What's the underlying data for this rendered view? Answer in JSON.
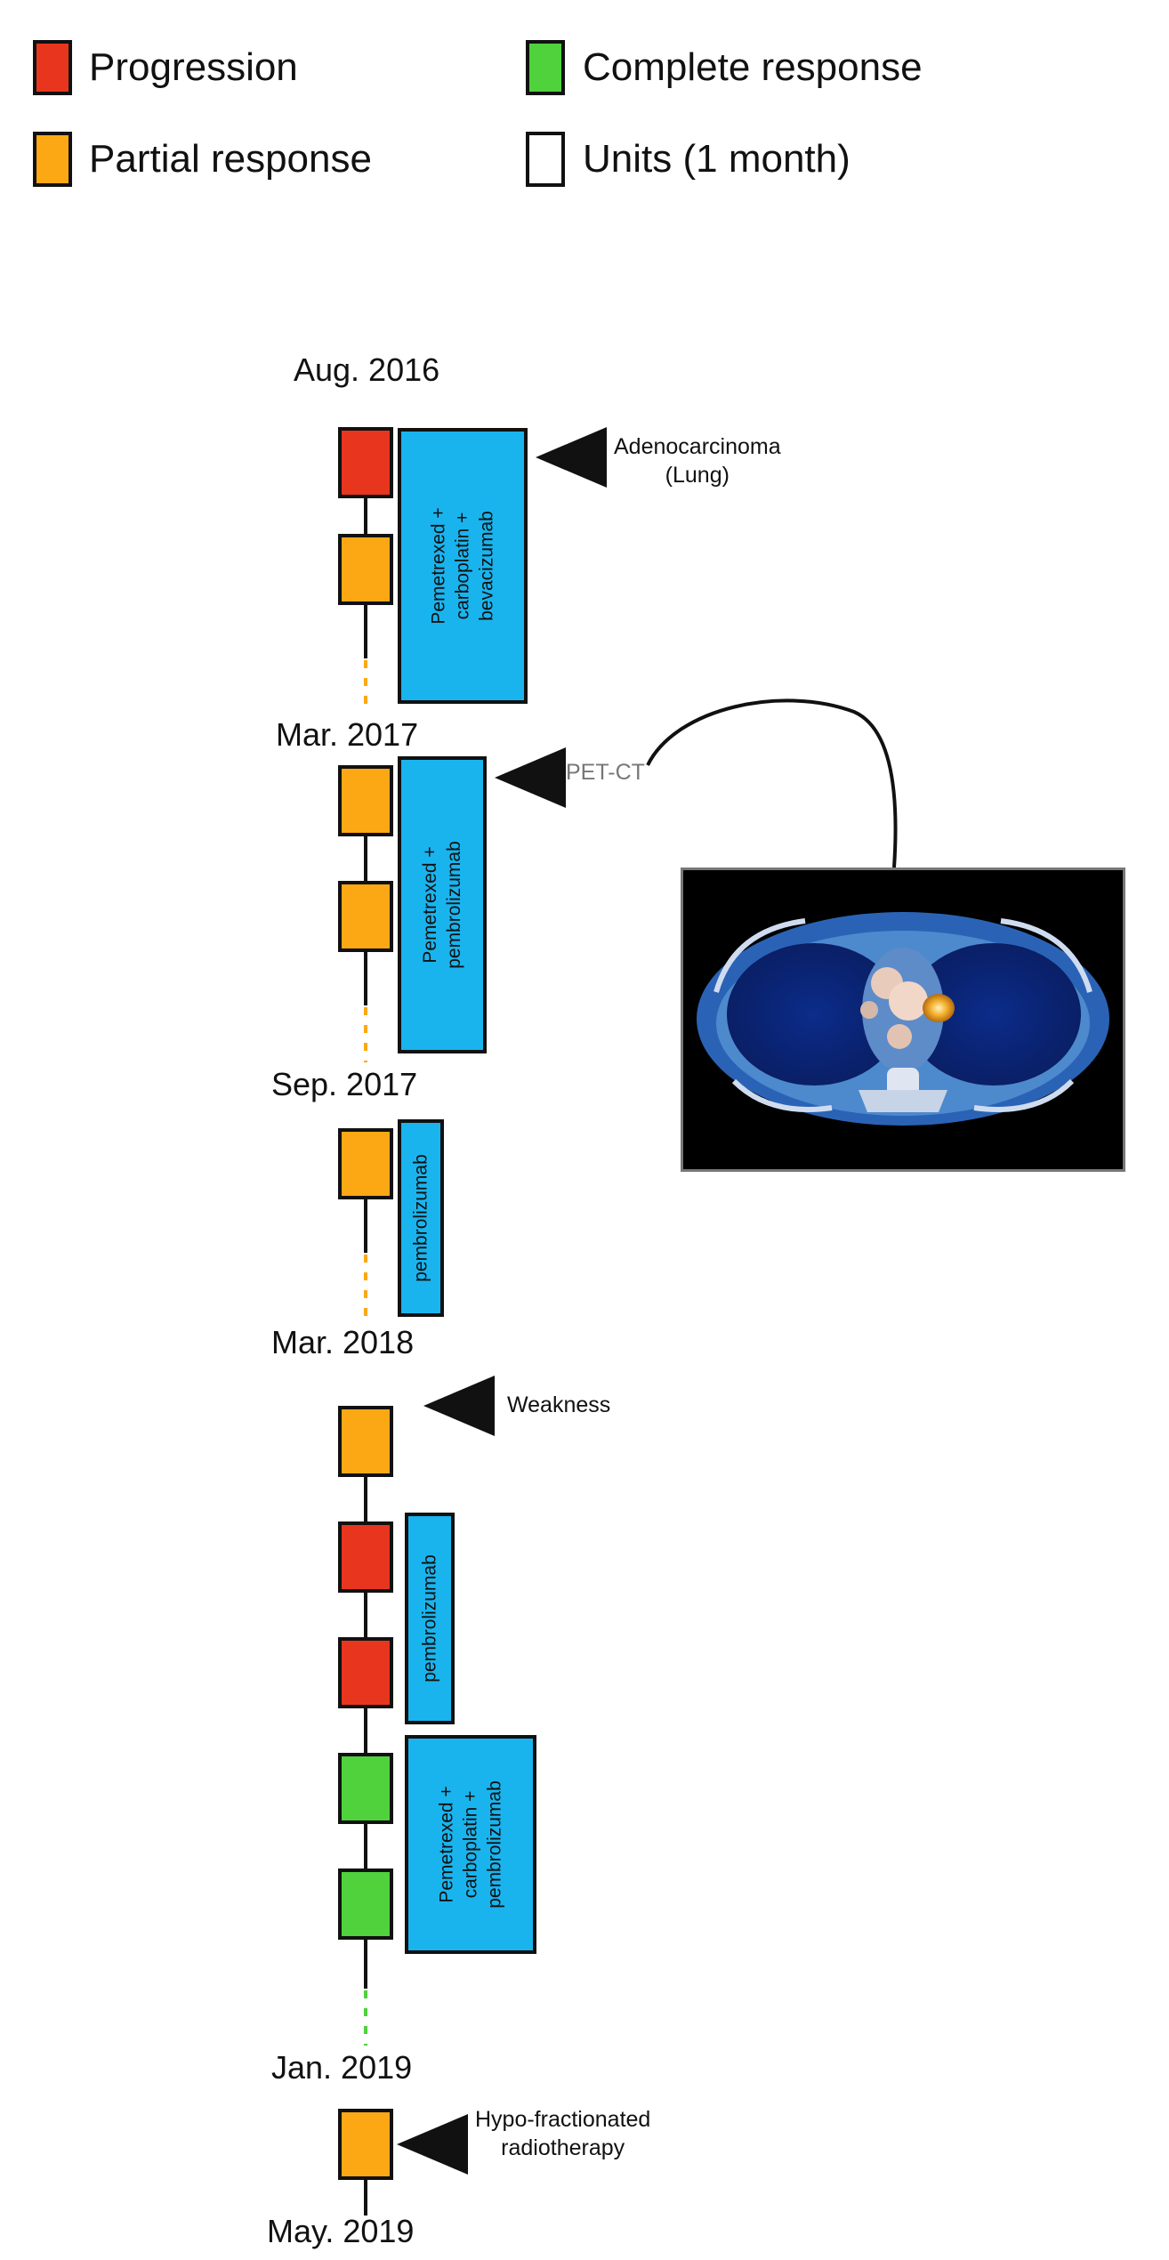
{
  "legend": {
    "items": [
      {
        "label": "Progression",
        "color": "#e8361e"
      },
      {
        "label": "Complete response",
        "color": "#4fd23c"
      },
      {
        "label": "Partial response",
        "color": "#fca815"
      },
      {
        "label": "Units (1 month)",
        "color": "#ffffff"
      }
    ]
  },
  "dates": [
    "Aug. 2016",
    "Mar. 2017",
    "Sep. 2017",
    "Mar. 2018",
    "Jan. 2019",
    "May. 2019"
  ],
  "treatments": [
    "Pemetrexed +\ncarboplatin +\nbevacizumab",
    "Pemetrexed +\npembrolizumab",
    "pembrolizumab",
    "pembrolizumab",
    "Pemetrexed +\ncarboplatin +\npembrolizumab"
  ],
  "events": [
    "Adenocarcinoma\n(Lung)",
    "PET-CT",
    "Weakness",
    "Hypo-fractionated\nradiotherapy"
  ],
  "colors": {
    "progression": "#e8361e",
    "partial": "#fca815",
    "complete": "#4fd23c",
    "treatment": "#19b4ee",
    "pet_ct_text": "#777777"
  }
}
